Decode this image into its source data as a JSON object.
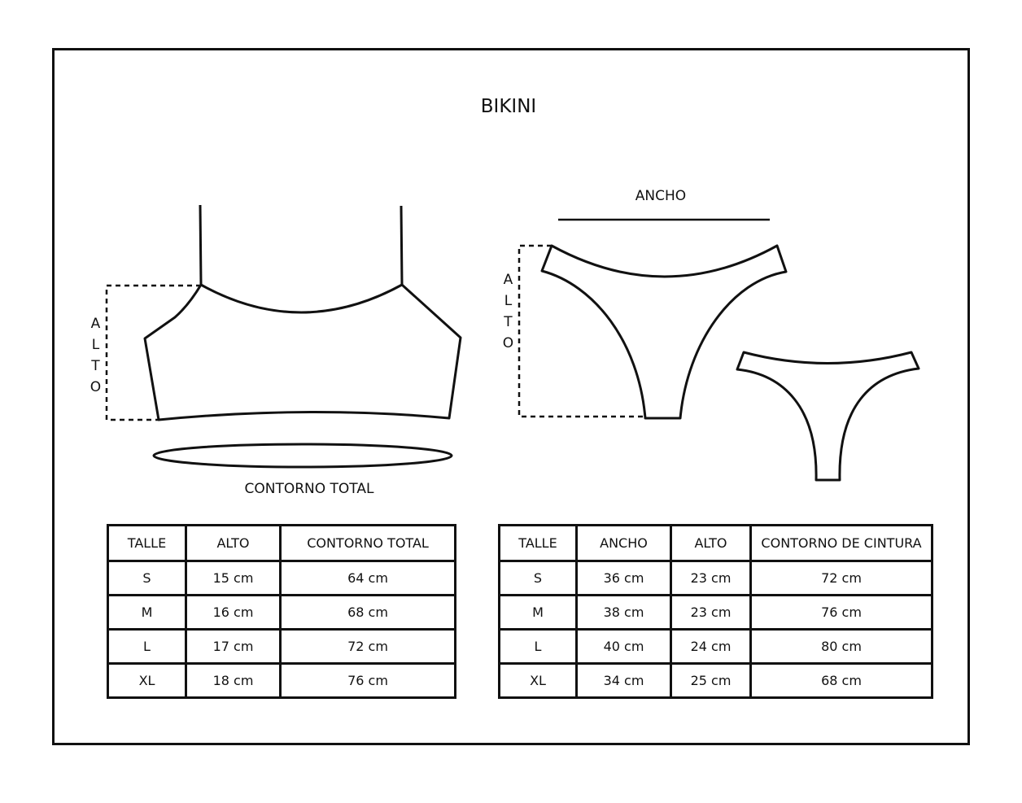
{
  "title": "BIKINI",
  "top_diagram": {
    "height_label": "ALTO",
    "circumference_label": "CONTORNO TOTAL"
  },
  "bottom_diagram": {
    "width_label": "ANCHO",
    "height_label": "ALTO"
  },
  "top_table": {
    "headers": [
      "TALLE",
      "ALTO",
      "CONTORNO TOTAL"
    ],
    "rows": [
      [
        "S",
        "15 cm",
        "64 cm"
      ],
      [
        "M",
        "16 cm",
        "68 cm"
      ],
      [
        "L",
        "17 cm",
        "72 cm"
      ],
      [
        "XL",
        "18 cm",
        "76 cm"
      ]
    ]
  },
  "bottom_table": {
    "headers": [
      "TALLE",
      "ANCHO",
      "ALTO",
      "CONTORNO DE CINTURA"
    ],
    "rows": [
      [
        "S",
        "36 cm",
        "23 cm",
        "72 cm"
      ],
      [
        "M",
        "38 cm",
        "23 cm",
        "76 cm"
      ],
      [
        "L",
        "40 cm",
        "24 cm",
        "80 cm"
      ],
      [
        "XL",
        "34 cm",
        "25 cm",
        "68 cm"
      ]
    ]
  }
}
